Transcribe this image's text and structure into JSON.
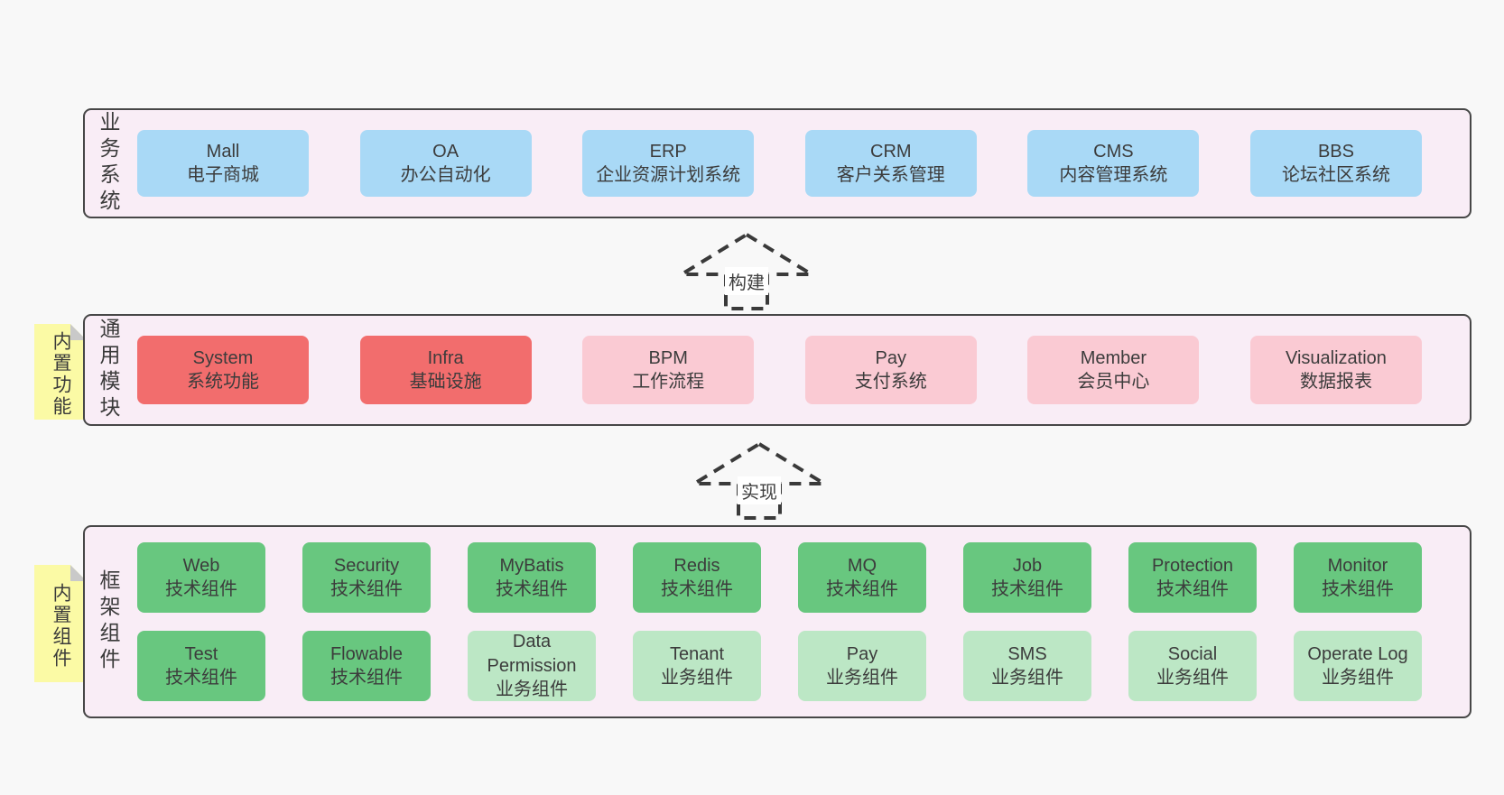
{
  "colors": {
    "page_background": "#f8f8f8",
    "band_background": "#f9edf6",
    "band_border": "#474747",
    "blue_box": "#a9d9f6",
    "red_box": "#f26d6d",
    "pink_box": "#facad3",
    "green_box": "#68c77f",
    "light_green_box": "#bce7c5",
    "sticky_note_yellow": "#fbfaa5",
    "sticky_fold_gray": "#c9c9c9"
  },
  "arrows": [
    {
      "label": "构建"
    },
    {
      "label": "实现"
    }
  ],
  "bands": [
    {
      "name": "business-systems",
      "label": "业务系统",
      "sticky_tab": null,
      "rows": [
        [
          {
            "title": "Mall",
            "subtitle": "电子商城",
            "variant": "blue"
          },
          {
            "title": "OA",
            "subtitle": "办公自动化",
            "variant": "blue"
          },
          {
            "title": "ERP",
            "subtitle": "企业资源计划系统",
            "variant": "blue"
          },
          {
            "title": "CRM",
            "subtitle": "客户关系管理",
            "variant": "blue"
          },
          {
            "title": "CMS",
            "subtitle": "内容管理系统",
            "variant": "blue"
          },
          {
            "title": "BBS",
            "subtitle": "论坛社区系统",
            "variant": "blue"
          }
        ]
      ]
    },
    {
      "name": "common-modules",
      "label": "通用模块",
      "sticky_tab": "内置功能",
      "rows": [
        [
          {
            "title": "System",
            "subtitle": "系统功能",
            "variant": "red"
          },
          {
            "title": "Infra",
            "subtitle": "基础设施",
            "variant": "red"
          },
          {
            "title": "BPM",
            "subtitle": "工作流程",
            "variant": "pink"
          },
          {
            "title": "Pay",
            "subtitle": "支付系统",
            "variant": "pink"
          },
          {
            "title": "Member",
            "subtitle": "会员中心",
            "variant": "pink"
          },
          {
            "title": "Visualization",
            "subtitle": "数据报表",
            "variant": "pink"
          }
        ]
      ]
    },
    {
      "name": "framework-components",
      "label": "框架组件",
      "sticky_tab": "内置组件",
      "rows": [
        [
          {
            "title": "Web",
            "subtitle": "技术组件",
            "variant": "green"
          },
          {
            "title": "Security",
            "subtitle": "技术组件",
            "variant": "green"
          },
          {
            "title": "MyBatis",
            "subtitle": "技术组件",
            "variant": "green"
          },
          {
            "title": "Redis",
            "subtitle": "技术组件",
            "variant": "green"
          },
          {
            "title": "MQ",
            "subtitle": "技术组件",
            "variant": "green"
          },
          {
            "title": "Job",
            "subtitle": "技术组件",
            "variant": "green"
          },
          {
            "title": "Protection",
            "subtitle": "技术组件",
            "variant": "green"
          },
          {
            "title": "Monitor",
            "subtitle": "技术组件",
            "variant": "green"
          }
        ],
        [
          {
            "title": "Test",
            "subtitle": "技术组件",
            "variant": "green"
          },
          {
            "title": "Flowable",
            "subtitle": "技术组件",
            "variant": "green"
          },
          {
            "title": "Data Permission",
            "subtitle": "业务组件",
            "variant": "green-light"
          },
          {
            "title": "Tenant",
            "subtitle": "业务组件",
            "variant": "green-light"
          },
          {
            "title": "Pay",
            "subtitle": "业务组件",
            "variant": "green-light"
          },
          {
            "title": "SMS",
            "subtitle": "业务组件",
            "variant": "green-light"
          },
          {
            "title": "Social",
            "subtitle": "业务组件",
            "variant": "green-light"
          },
          {
            "title": "Operate Log",
            "subtitle": "业务组件",
            "variant": "green-light"
          }
        ]
      ]
    }
  ]
}
